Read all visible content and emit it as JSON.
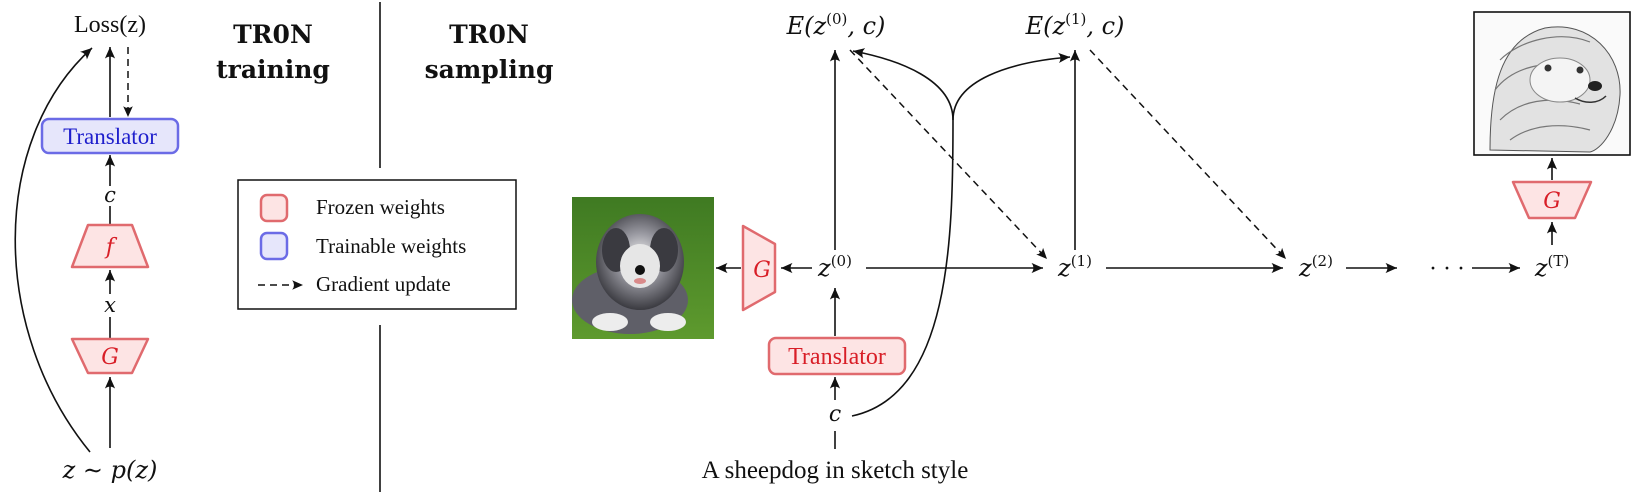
{
  "colors": {
    "frozen_stroke": "#e06a6e",
    "frozen_fill": "#fde4e4",
    "frozen_text": "#d81e27",
    "trainable_stroke": "#6b6be6",
    "trainable_fill": "#e6e6fb",
    "trainable_text": "#1e1ecc"
  },
  "training": {
    "heading_line1": "TR0N",
    "heading_line2": "training",
    "loss_label": "Loss(z)",
    "translator_label": "Translator",
    "c_label": "c",
    "f_label": "f",
    "x_label": "x",
    "g_label": "G",
    "z_label": "z ∼ p(z)"
  },
  "legend": {
    "frozen": "Frozen weights",
    "trainable": "Trainable weights",
    "gradient": "Gradient update"
  },
  "sampling": {
    "heading_line1": "TR0N",
    "heading_line2": "sampling",
    "e0_label": "E(z",
    "e0_sup": "(0)",
    "e0_suffix": ", c)",
    "e1_label": "E(z",
    "e1_sup": "(1)",
    "e1_suffix": ", c)",
    "g_label": "G",
    "z0": "z",
    "z0_sup": "(0)",
    "z1": "z",
    "z1_sup": "(1)",
    "z2": "z",
    "z2_sup": "(2)",
    "ellipsis": "· · ·",
    "zT": "z",
    "zT_sup": "(T)",
    "translator_label": "Translator",
    "c_label": "c",
    "prompt": "A sheepdog in sketch style",
    "output_g_label": "G"
  },
  "images": {
    "photo": "sheepdog-photo",
    "sketch": "sheepdog-sketch"
  }
}
